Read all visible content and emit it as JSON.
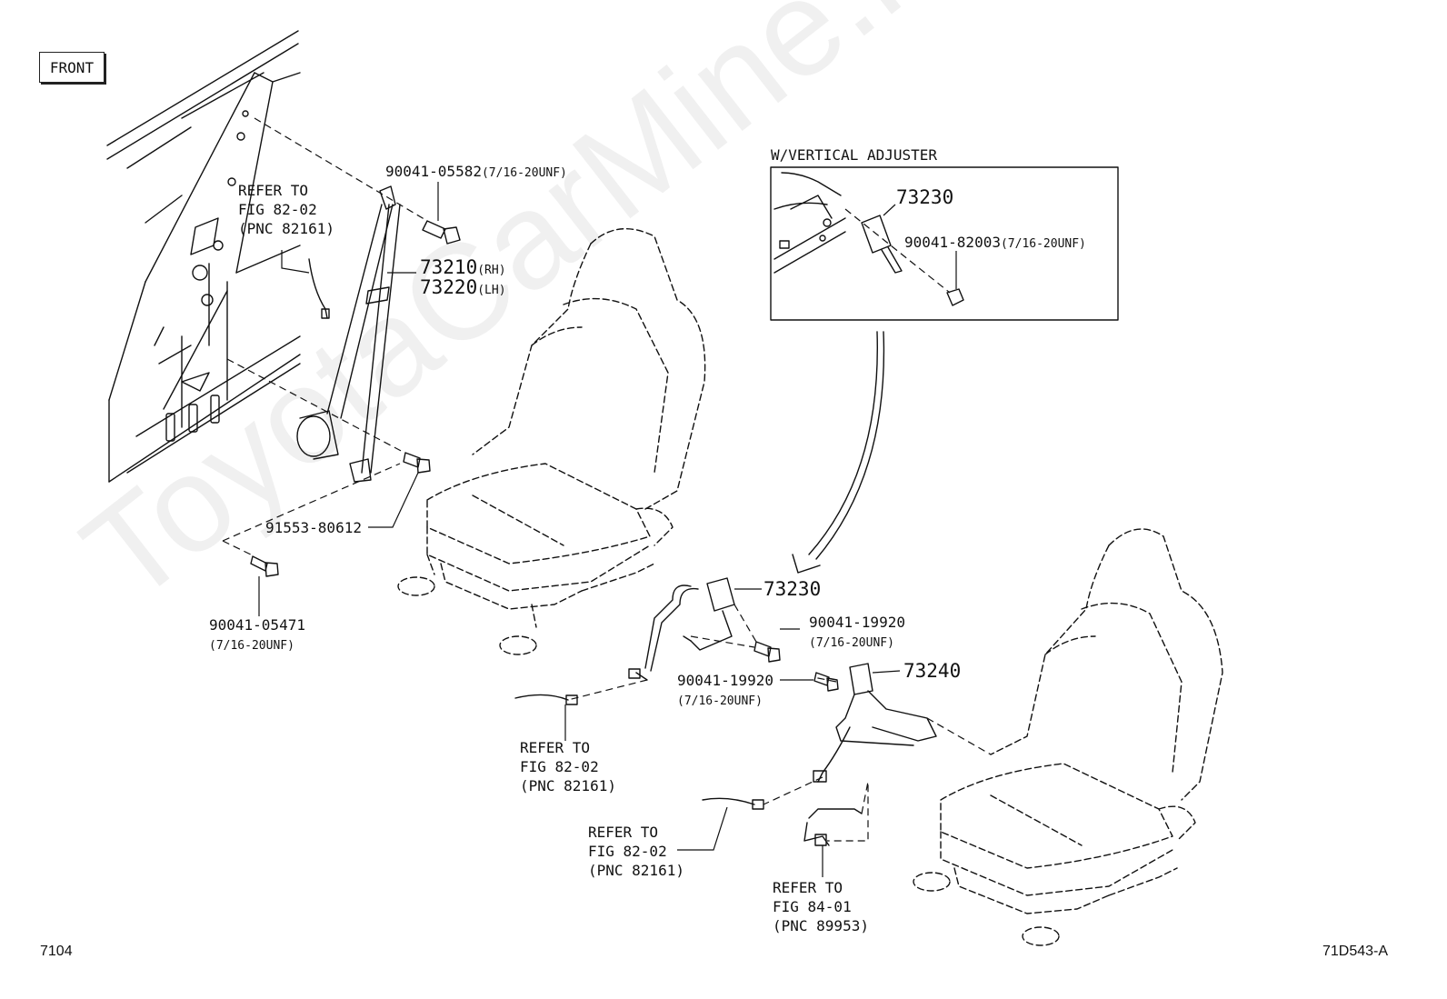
{
  "front_label": "FRONT",
  "inset": {
    "title": "W/VERTICAL ADJUSTER",
    "part_73230": "73230",
    "bolt": "90041-82003",
    "bolt_spec": "(7/16-20UNF)"
  },
  "parts": {
    "bolt_upper": "90041-05582",
    "bolt_upper_spec": "(7/16-20UNF)",
    "belt_rh": "73210",
    "belt_rh_side": "(RH)",
    "belt_lh": "73220",
    "belt_lh_side": "(LH)",
    "bolt_mid": "91553-80612",
    "bolt_lower": "90041-05471",
    "bolt_lower_spec": "(7/16-20UNF)",
    "buckle_outer": "73230",
    "bolt_buckle_a": "90041-19920",
    "bolt_buckle_a_spec": "(7/16-20UNF)",
    "bolt_buckle_b": "90041-19920",
    "bolt_buckle_b_spec": "(7/16-20UNF)",
    "buckle_inner": "73240"
  },
  "refs": {
    "pillar": [
      "REFER TO",
      "FIG 82-02",
      "(PNC 82161)"
    ],
    "left_harness": [
      "REFER TO",
      "FIG 82-02",
      "(PNC 82161)"
    ],
    "right_harness": [
      "REFER TO",
      "FIG 82-02",
      "(PNC 82161)"
    ],
    "sensor": [
      "REFER TO",
      "FIG 84-01",
      "(PNC 89953)"
    ]
  },
  "footer": {
    "page_code": "7104",
    "figure_code": "71D543-A"
  },
  "watermark": "ToyotaCarMine.ru"
}
